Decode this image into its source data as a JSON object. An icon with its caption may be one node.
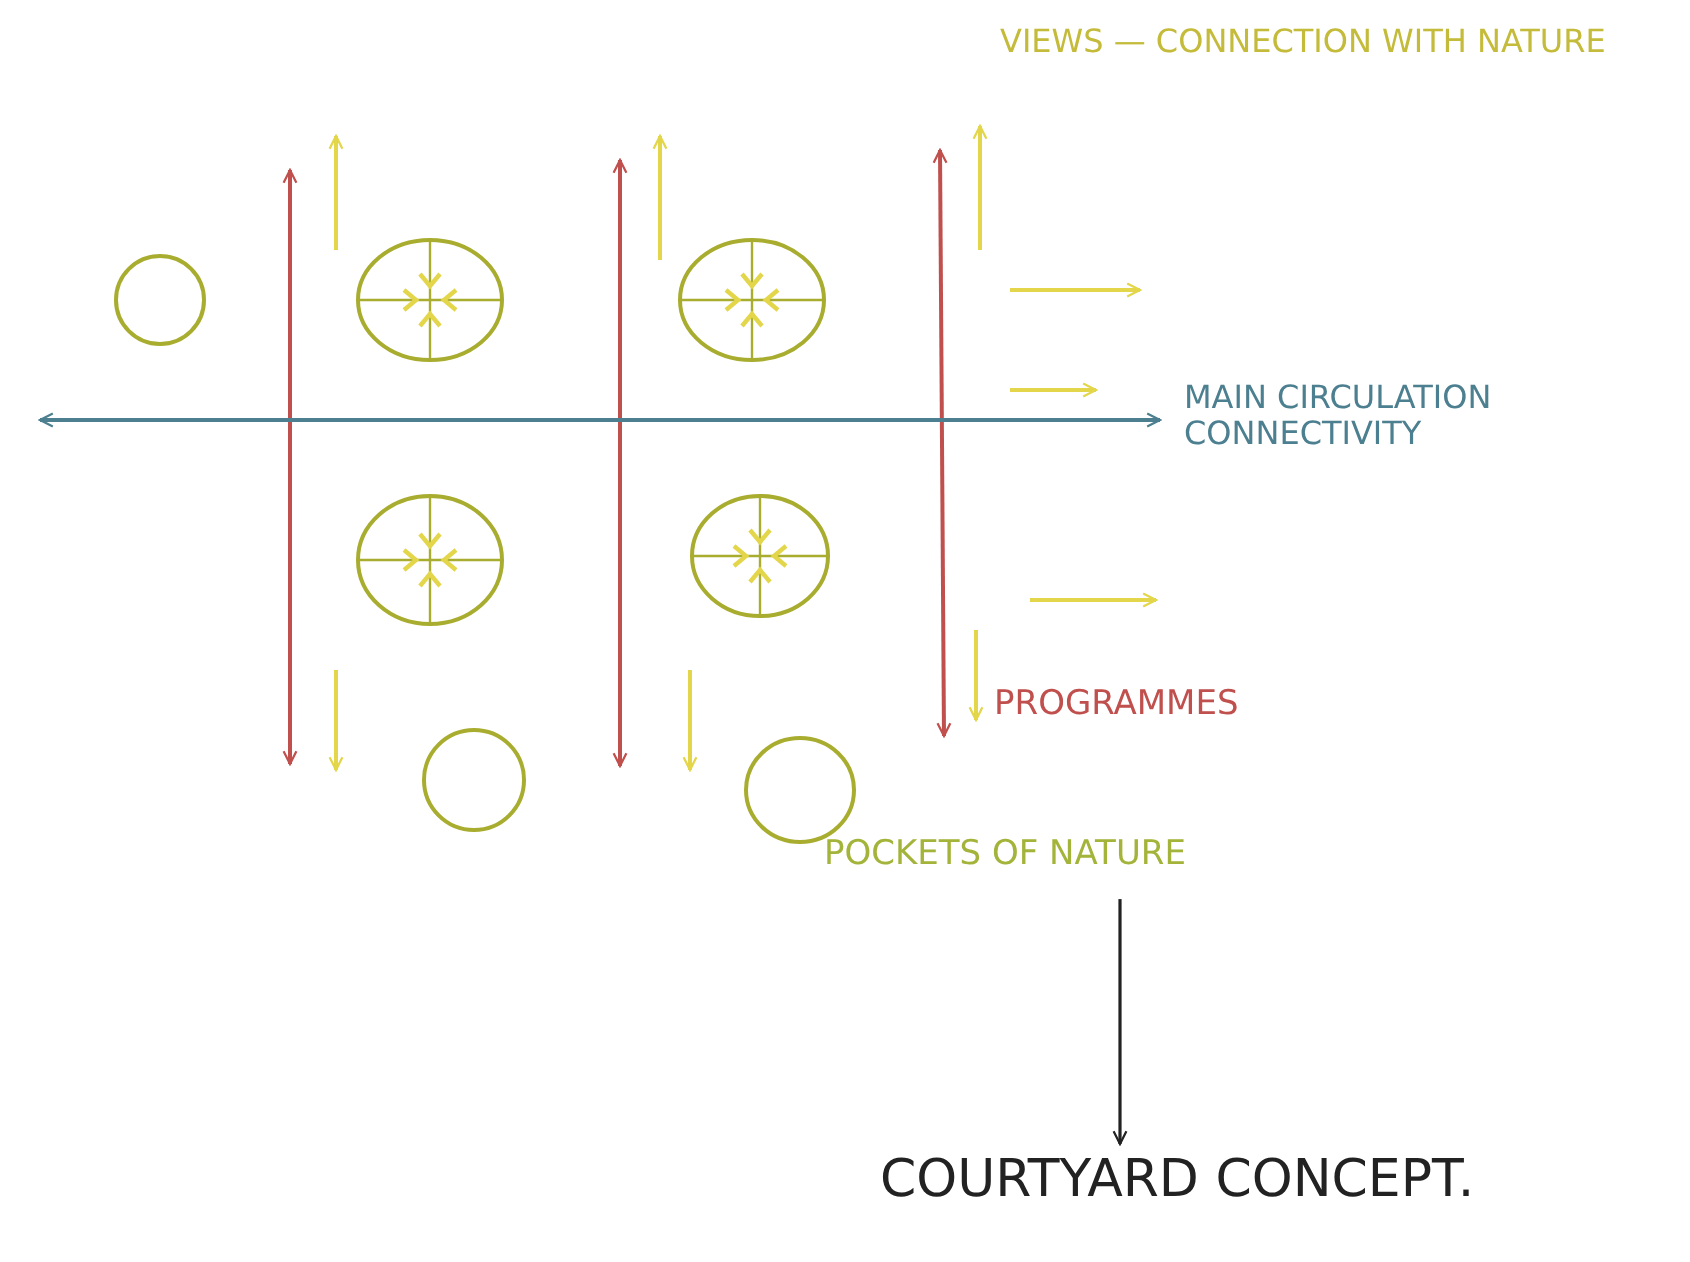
{
  "diagram": {
    "nodes": [
      {
        "text": [],
        "shape": "circle"
      },
      {
        "text": [],
        "shape": "circle"
      },
      {
        "text": [],
        "shape": "circle"
      },
      {
        "text": [],
        "shape": "circle"
      },
      {
        "text": [],
        "shape": "circle"
      },
      {
        "text": [],
        "shape": "circle"
      },
      {
        "text": [],
        "shape": "circle"
      },
      {
        "text": [
          "POCKETS OF NATURE"
        ]
      },
      {
        "text": [
          "COURTYARD CONCEPT."
        ]
      }
    ],
    "edges": [
      {
        "from": 7,
        "to": 8,
        "arrow": "to"
      }
    ],
    "labels": [
      "VIEWS — CONNECTION WITH NATURE",
      "MAIN CIRCULATION CONNECTIVITY",
      "PROGRAMMES"
    ]
  }
}
